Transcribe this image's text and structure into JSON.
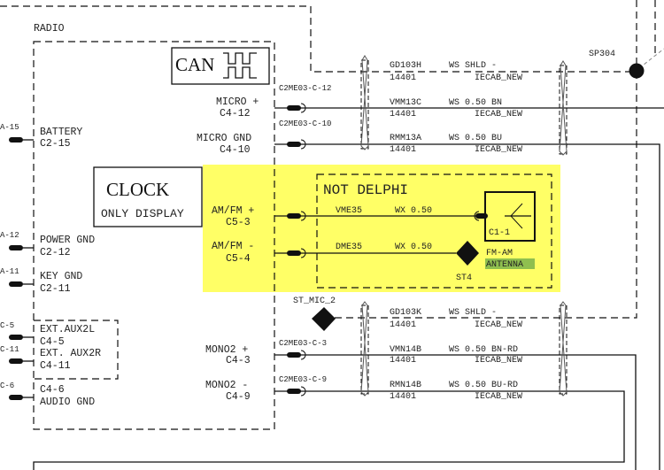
{
  "colors": {
    "highlight": "#ffff66",
    "antenna_label_bg": "#8fbf4f",
    "ink": "#111111"
  },
  "radio": {
    "title": "RADIO",
    "can_label": "CAN",
    "clock_box": {
      "line1": "CLOCK",
      "line2": "ONLY DISPLAY"
    },
    "left_pins": [
      {
        "ref": "A-15",
        "name": "BATTERY",
        "pin": "C2-15"
      },
      {
        "ref": "A-12",
        "name": "POWER GND",
        "pin": "C2-12"
      },
      {
        "ref": "A-11",
        "name": "KEY GND",
        "pin": "C2-11"
      },
      {
        "ref": "C-5",
        "name": "EXT.AUX2L",
        "pin": "C4-5"
      },
      {
        "ref": "C-11",
        "name": "EXT. AUX2R",
        "pin": "C4-11"
      },
      {
        "ref": "C-6",
        "name": "AUDIO GND",
        "pin": "C4-6"
      }
    ],
    "right_pins": [
      {
        "name": "MICRO +",
        "pin": "C4-12",
        "connector": "C2ME03-C-12"
      },
      {
        "name": "MICRO GND",
        "pin": "C4-10",
        "connector": "C2ME03-C-10"
      },
      {
        "name": "AM/FM +",
        "pin": "C5-3"
      },
      {
        "name": "AM/FM -",
        "pin": "C5-4"
      },
      {
        "name": "MONO2 +",
        "pin": "C4-3",
        "connector": "C2ME03-C-3"
      },
      {
        "name": "MONO2 -",
        "pin": "C4-9",
        "connector": "C2ME03-C-9"
      }
    ]
  },
  "not_delphi": {
    "title": "NOT DELPHI",
    "wires": [
      {
        "code": "VME35",
        "spec": "WX 0.50"
      },
      {
        "code": "DME35",
        "spec": "WX 0.50"
      }
    ],
    "antenna": {
      "pin": "C1-1",
      "label1": "FM-AM",
      "label2": "ANTENNA"
    },
    "splice": "ST4"
  },
  "cables_top": [
    {
      "code": "GD103H",
      "spec": "WS SHLD -",
      "num": "14401",
      "harness": "IECAB_NEW"
    },
    {
      "code": "VMM13C",
      "spec": "WS 0.50 BN",
      "num": "14401",
      "harness": "IECAB_NEW"
    },
    {
      "code": "RMM13A",
      "spec": "WS 0.50 BU",
      "num": "14401",
      "harness": "IECAB_NEW"
    }
  ],
  "cables_bottom": [
    {
      "code": "GD103K",
      "spec": "WS SHLD -",
      "num": "14401",
      "harness": "IECAB_NEW"
    },
    {
      "code": "VMN14B",
      "spec": "WS 0.50 BN-RD",
      "num": "14401",
      "harness": "IECAB_NEW"
    },
    {
      "code": "RMN14B",
      "spec": "WS 0.50 BU-RD",
      "num": "14401",
      "harness": "IECAB_NEW"
    }
  ],
  "splices": {
    "sp304": "SP304",
    "st_mic": "ST_MIC_2"
  }
}
